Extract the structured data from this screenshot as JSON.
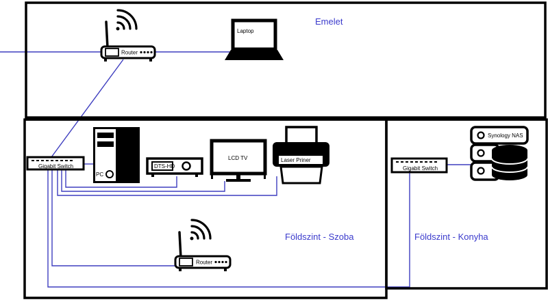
{
  "rooms": {
    "upstairs": "Emelet",
    "ground_room": "Földszint - Szoba",
    "ground_kitchen": "Földszint - Konyha"
  },
  "devices": {
    "router_top": "Router",
    "laptop": "Laptop",
    "switch_left": "Gigabit Switch",
    "pc": "PC",
    "dts": "DTS-HD",
    "tv": "LCD TV",
    "printer": "Laser Priner",
    "router_bottom": "Router",
    "switch_right": "Gigabit Switch",
    "nas": "Synology NAS"
  },
  "colors": {
    "cable": "#3d3dbf",
    "room_label": "#3a3acc",
    "wall": "#000000"
  }
}
